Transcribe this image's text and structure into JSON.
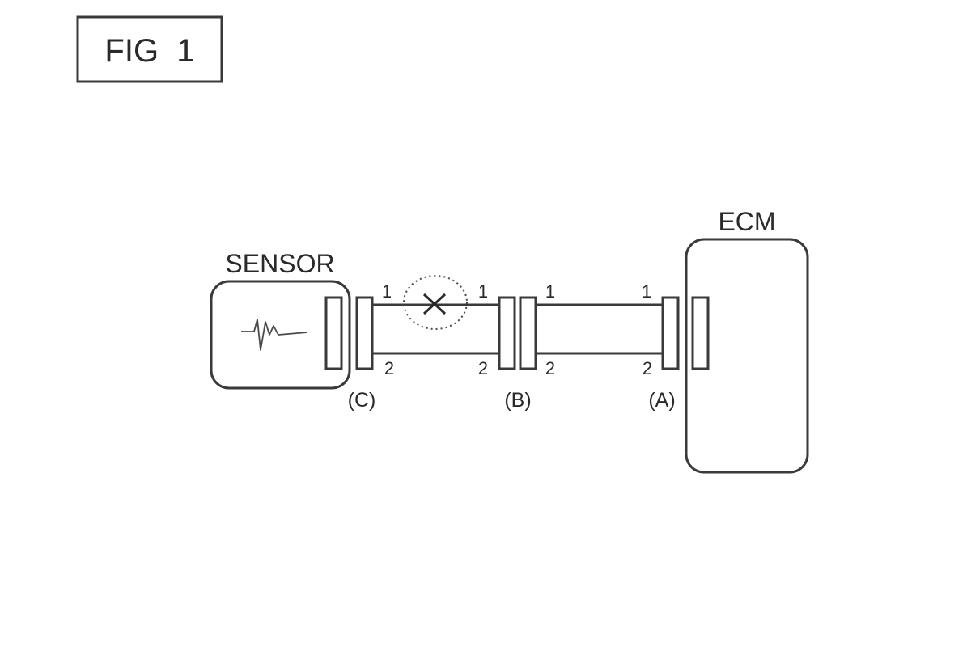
{
  "figure": {
    "label": "FIG  1"
  },
  "sensor": {
    "label": "SENSOR"
  },
  "ecm": {
    "label": "ECM"
  },
  "connectors": {
    "c_label": "(C)",
    "b_label": "(B)",
    "a_label": "(A)"
  },
  "pins": {
    "c_top": "1",
    "c_bottom": "2",
    "b_left_top": "1",
    "b_left_bottom": "2",
    "b_right_top": "1",
    "b_right_bottom": "2",
    "a_top": "1",
    "a_bottom": "2"
  },
  "fault_marker": "×"
}
